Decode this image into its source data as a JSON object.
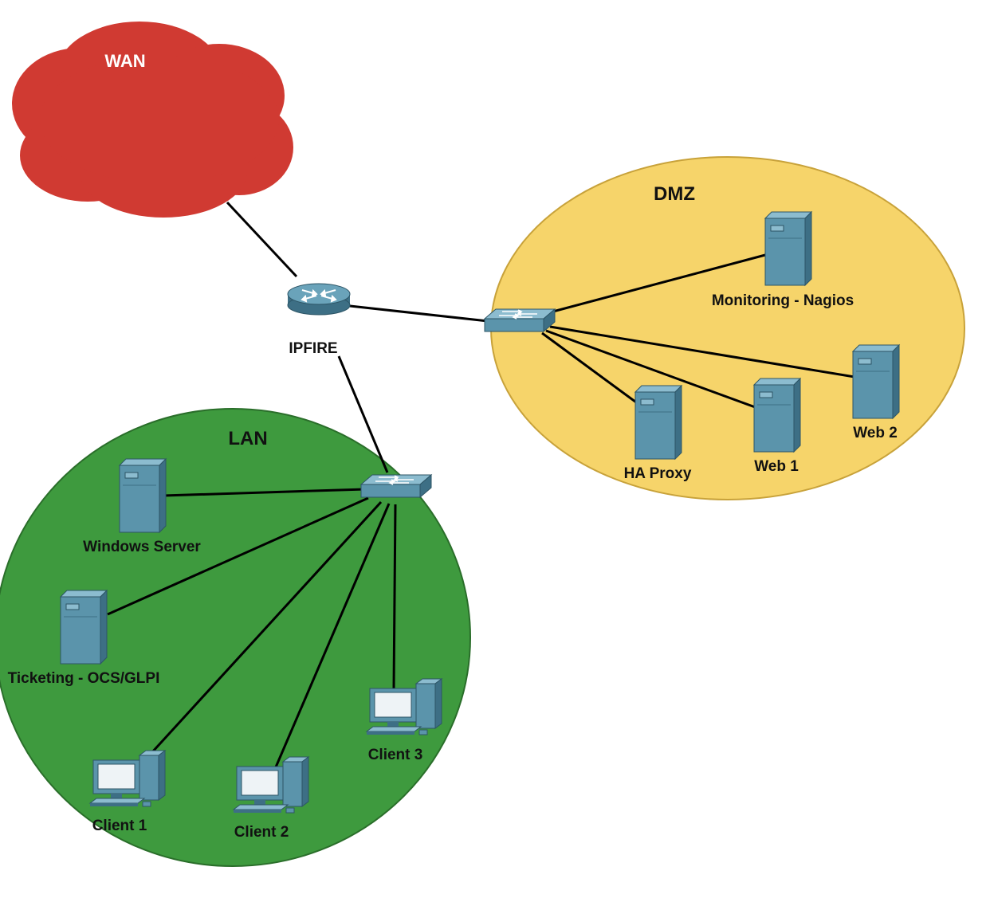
{
  "zones": {
    "wan": {
      "label": "WAN",
      "color": "#d03a32",
      "text_color": "#ffffff"
    },
    "dmz": {
      "label": "DMZ",
      "color": "#f6d46a"
    },
    "lan": {
      "label": "LAN",
      "color": "#3e9a3e"
    }
  },
  "router": {
    "label": "IPFIRE",
    "icon": "router-icon"
  },
  "dmz_switch": {
    "icon": "switch-icon"
  },
  "lan_switch": {
    "icon": "switch-icon"
  },
  "dmz_nodes": {
    "monitoring": {
      "label": "Monitoring - Nagios",
      "icon": "server-icon"
    },
    "haproxy": {
      "label": "HA Proxy",
      "icon": "server-icon"
    },
    "web1": {
      "label": "Web 1",
      "icon": "server-icon"
    },
    "web2": {
      "label": "Web 2",
      "icon": "server-icon"
    }
  },
  "lan_nodes": {
    "windows_server": {
      "label": "Windows Server",
      "icon": "server-icon"
    },
    "ticketing": {
      "label": "Ticketing - OCS/GLPI",
      "icon": "server-icon"
    },
    "client1": {
      "label": "Client 1",
      "icon": "workstation-icon"
    },
    "client2": {
      "label": "Client 2",
      "icon": "workstation-icon"
    },
    "client3": {
      "label": "Client 3",
      "icon": "workstation-icon"
    }
  },
  "colors": {
    "device_body": "#5b94ab",
    "device_side": "#3d6f85",
    "device_top": "#8cbccf",
    "link": "#000000"
  }
}
